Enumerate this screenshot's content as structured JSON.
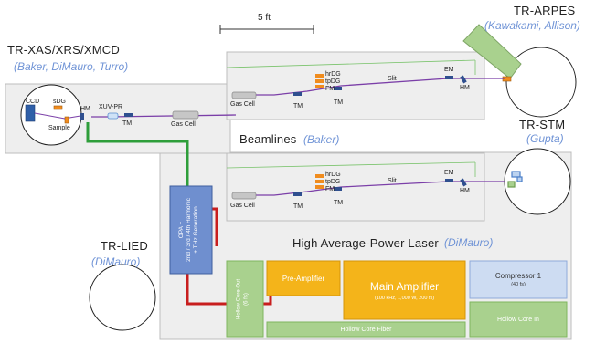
{
  "scale_bar": {
    "label": "5 ft"
  },
  "tr_xas": {
    "title": "TR-XAS/XRS/XMCD",
    "people": "(Baker, DiMauro, Turro)"
  },
  "tr_arpes": {
    "title": "TR-ARPES",
    "people": "(Kawakami, Allison)"
  },
  "tr_stm": {
    "title": "TR-STM",
    "people": "(Gupta)"
  },
  "tr_lied": {
    "title": "TR-LIED",
    "people": "(DiMauro)"
  },
  "beamlines": {
    "title": "Beamlines",
    "people": "(Baker)"
  },
  "laser": {
    "title": "High Average-Power Laser",
    "people": "(DiMauro)"
  },
  "chamber_xas": {
    "ccd": "CCD",
    "sdg": "sDG",
    "hm": "HM",
    "sample": "Sample"
  },
  "xas_line": {
    "xuv_pr": "XUV-PR",
    "tm": "TM",
    "gas_cell": "Gas Cell"
  },
  "beamline_top": {
    "gas_cell": "Gas Cell",
    "tm1": "TM",
    "tm2": "TM",
    "hrdg": "hrDG",
    "tpdg": "tpDG",
    "fm": "FM",
    "slit": "Slit",
    "em": "EM",
    "hm": "HM"
  },
  "beamline_bottom": {
    "gas_cell": "Gas Cell",
    "tm1": "TM",
    "tm2": "TM",
    "hrdg": "hrDG",
    "tpdg": "tpDG",
    "fm": "FM",
    "slit": "Slit",
    "em": "EM",
    "hm": "HM"
  },
  "opa": {
    "line1": "OPA +",
    "line2": "2nd / 3rd / 4th Harmonic",
    "line3": "+ THz Generation"
  },
  "laser_parts": {
    "hollow_core_out": "Hollow Core Out",
    "hollow_core_out_sub": "(6 fs)",
    "pre_amplifier": "Pre-Amplifier",
    "main_amplifier": "Main Amplifier",
    "main_amplifier_sub": "(100 kHz, 1,000 W, 200 fs)",
    "compressor": "Compressor 1",
    "compressor_sub": "(40 fs)",
    "hollow_core_in": "Hollow Core In",
    "hollow_core_fiber": "Hollow Core Fiber"
  },
  "colors": {
    "table_fill": "#eeeeee",
    "table_stroke": "#b8b8b8",
    "beam": "#7b3fa8",
    "green_fiber": "#2e9e3a",
    "red_fiber": "#c81e1e",
    "opa_fill": "#6f8fcf",
    "amp_fill": "#f4b41a",
    "compressor_fill": "#cddcf2",
    "hollow_fill": "#a9d18e",
    "arpes_fill": "#a9d18e",
    "person_text": "#6f93d6",
    "mirror": "#2f4f8f",
    "orange_optic": "#f08c1e"
  }
}
